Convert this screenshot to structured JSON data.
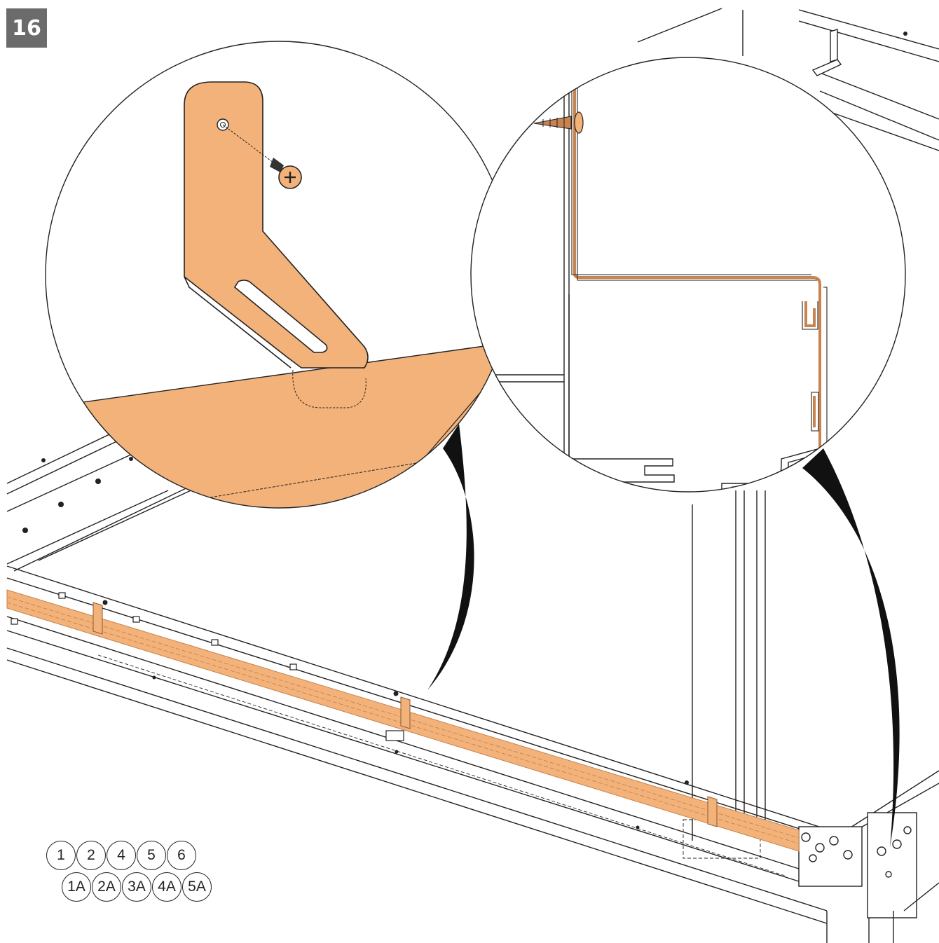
{
  "step_number": "16",
  "parts_row_1": [
    "1",
    "2",
    "4",
    "5",
    "6"
  ],
  "parts_row_2": [
    "1A",
    "2A",
    "3A",
    "4A",
    "5A"
  ],
  "colors": {
    "highlight": "#f2b27a",
    "highlight_dark": "#c8834f",
    "line": "#222222",
    "badge": "#6b6b6b"
  },
  "icons": {
    "screw": "screw-icon",
    "bracket": "l-bracket-icon"
  }
}
